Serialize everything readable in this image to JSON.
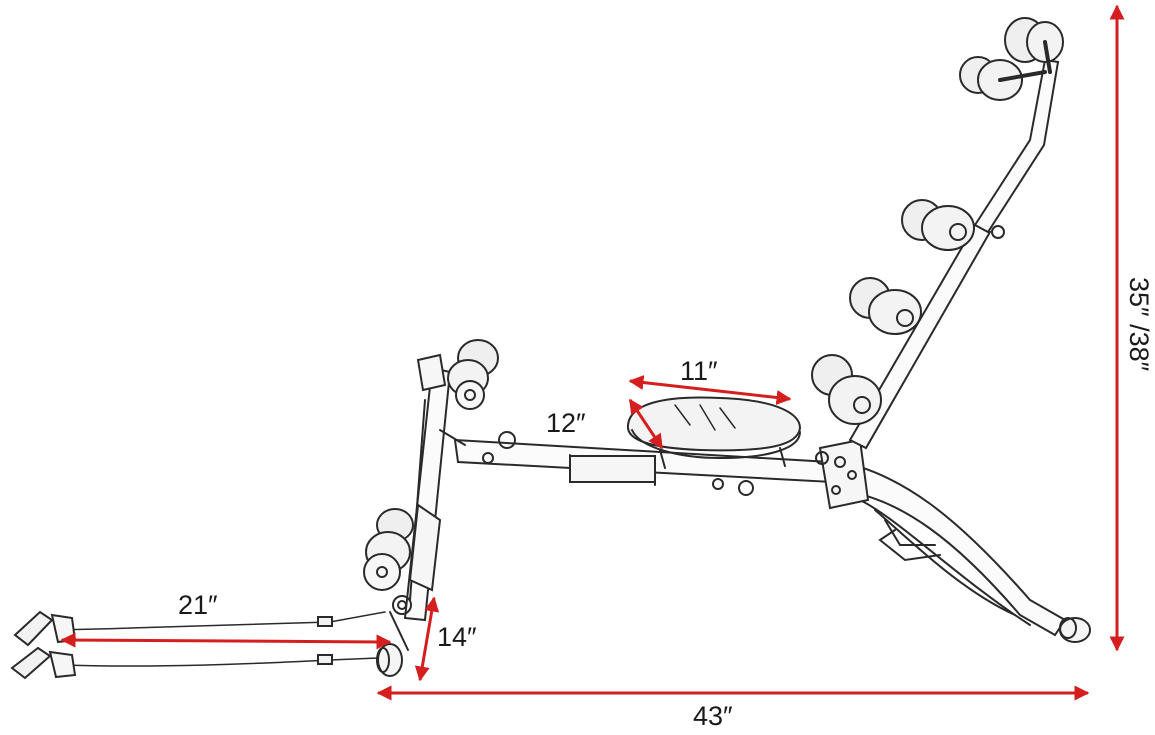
{
  "colors": {
    "arrow": "#d51f1f",
    "line": "#2a2a2a",
    "text": "#1a1a1a",
    "background": "#ffffff"
  },
  "dimensions": {
    "total_length": "43″",
    "height": "35″ /38″",
    "seat_length": "11″",
    "seat_width": "12″",
    "cable_length": "21″",
    "foot_height": "14″"
  }
}
